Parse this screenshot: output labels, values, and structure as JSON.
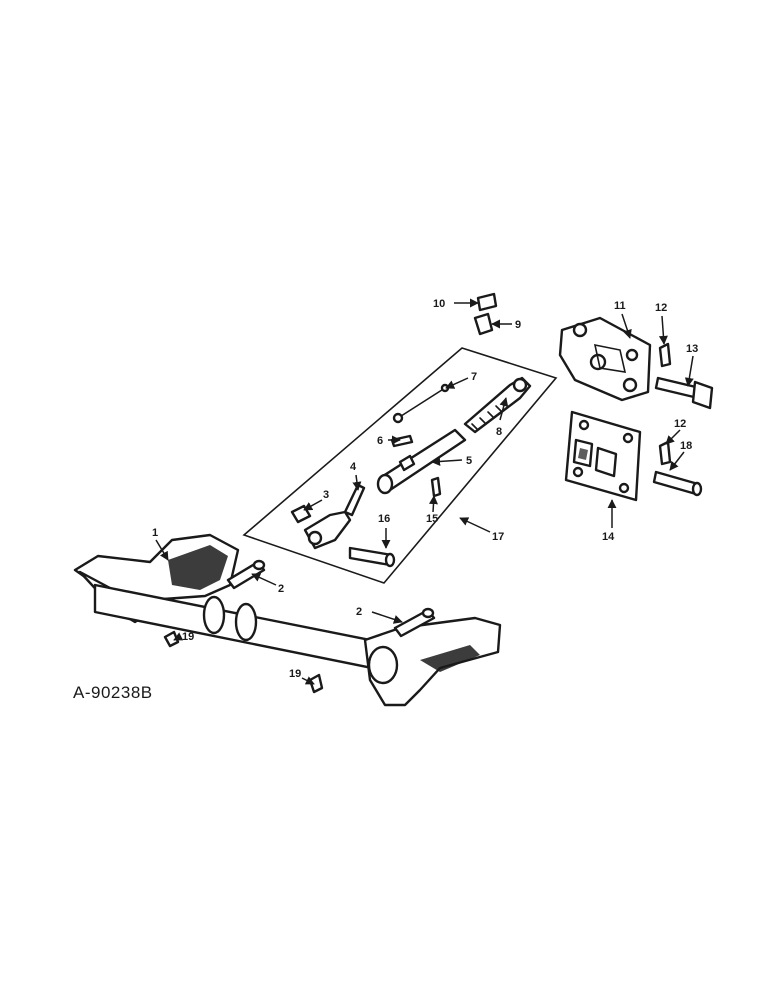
{
  "figure_code": "A-90238B",
  "callouts": {
    "c1": "1",
    "c2a": "2",
    "c2b": "2",
    "c3": "3",
    "c4": "4",
    "c5": "5",
    "c6": "6",
    "c7": "7",
    "c8": "8",
    "c9": "9",
    "c10": "10",
    "c11": "11",
    "c12a": "12",
    "c12b": "12",
    "c13": "13",
    "c14": "14",
    "c15": "15",
    "c16": "16",
    "c17": "17",
    "c18": "18",
    "c19a": "19",
    "c19b": "19"
  }
}
